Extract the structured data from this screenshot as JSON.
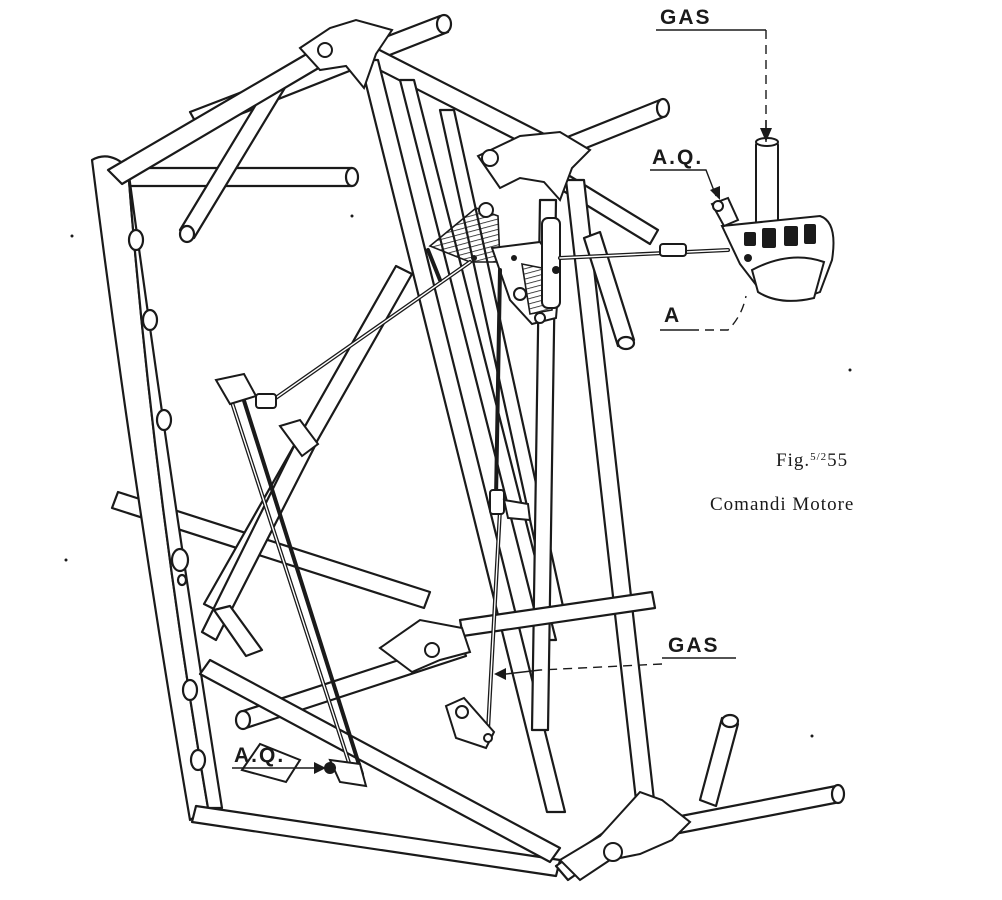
{
  "labels": {
    "gas_top": "GAS",
    "aq_top": "A.Q.",
    "a_label": "A",
    "gas_bottom": "GAS",
    "aq_bottom": "A.Q."
  },
  "caption": {
    "figure": "Fig.",
    "figure_fraction": "5/2",
    "figure_number": "55",
    "title": "Comandi Motore"
  }
}
